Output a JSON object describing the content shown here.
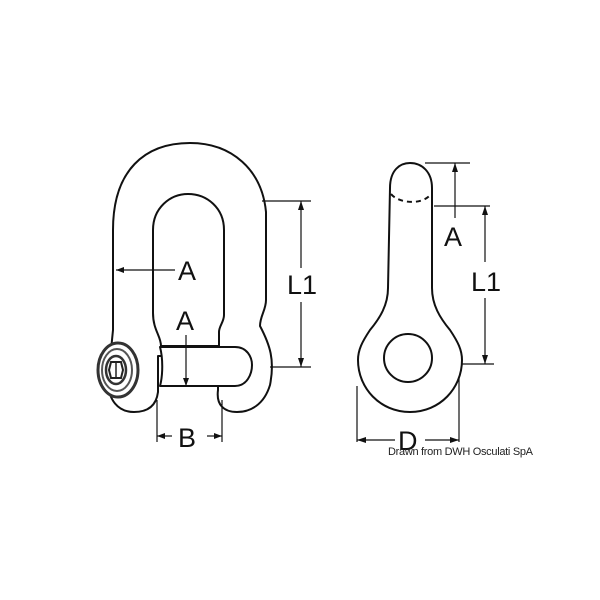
{
  "diagram": {
    "subject": "Straight D-shackle with captive hex-socket pin",
    "front_view": {
      "labels": {
        "wire_diameter": "A",
        "pin_diameter": "A",
        "inner_length": "L1",
        "inner_width": "B"
      }
    },
    "side_view": {
      "labels": {
        "wire_diameter": "A",
        "inner_length": "L1",
        "eye_diameter": "D"
      }
    },
    "credit": "Drawn from DWH Osculati SpA",
    "colors": {
      "line": "#111111",
      "background": "#ffffff"
    }
  }
}
